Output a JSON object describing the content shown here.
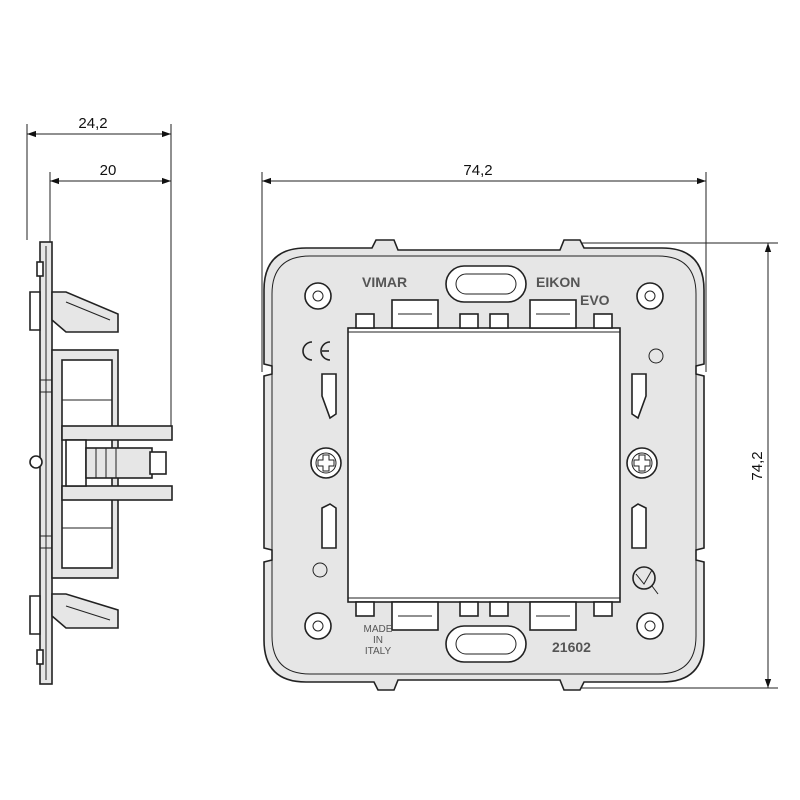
{
  "dimensions": {
    "side_overall_depth": "24,2",
    "side_body_depth": "20",
    "front_width": "74,2",
    "front_height": "74,2"
  },
  "markings": {
    "brand": "VIMAR",
    "series_line1": "EIKON",
    "series_line2": "EVO",
    "origin_line1": "MADE",
    "origin_line2": "IN",
    "origin_line3": "ITALY",
    "code": "21602"
  },
  "symbols": {
    "conformity": "ce-mark-icon",
    "quality": "imq-mark-icon",
    "screw": "phillips-screw-icon"
  },
  "colors": {
    "line": "#222222",
    "frame_fill": "#e6e6e6",
    "background": "#ffffff"
  }
}
